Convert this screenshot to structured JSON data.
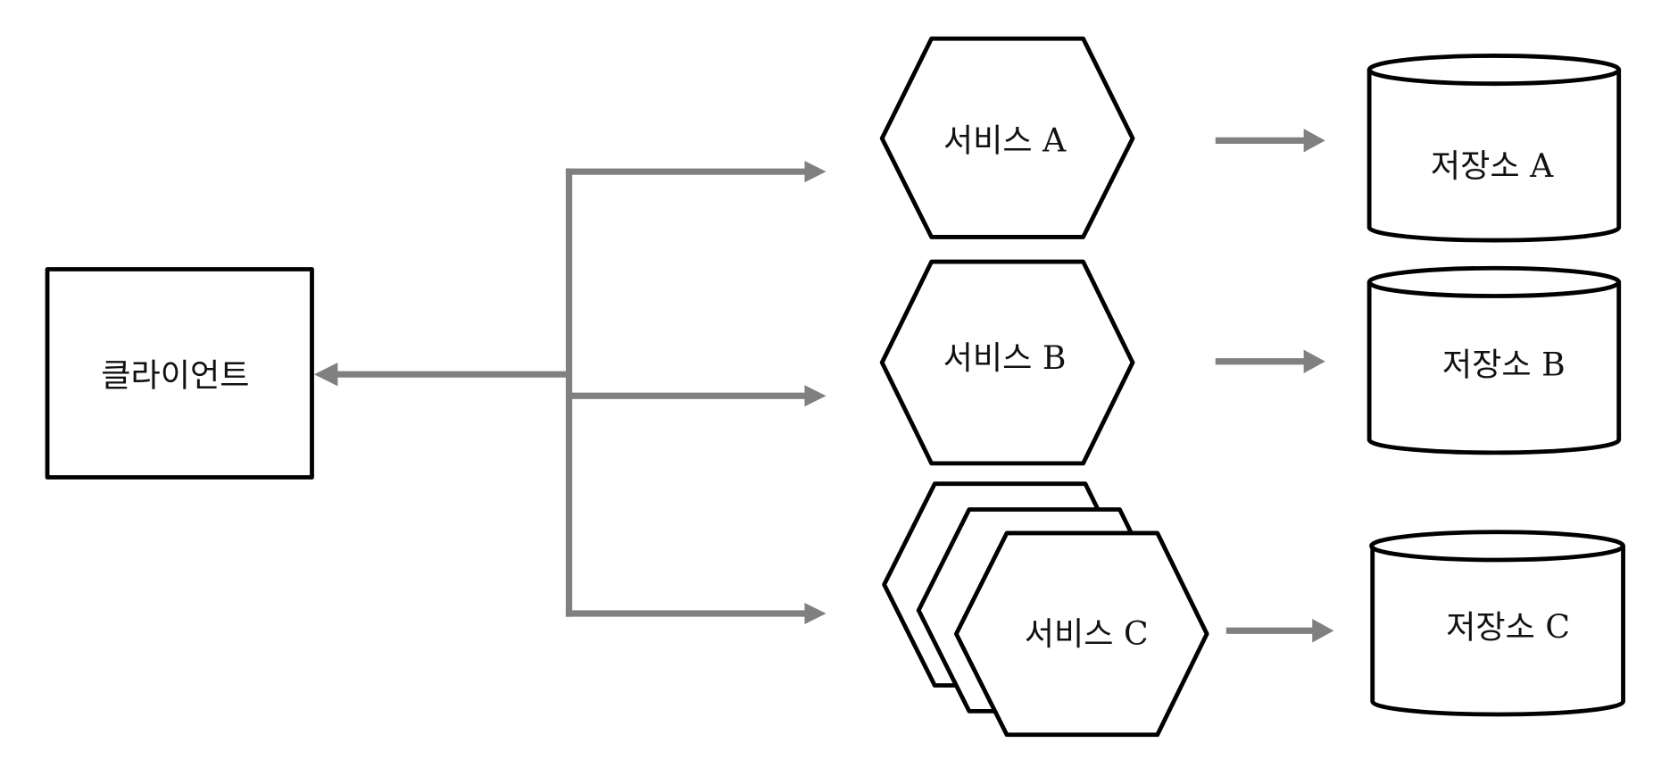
{
  "client": {
    "label": "클라이언트"
  },
  "services": [
    {
      "label": "서비스 A"
    },
    {
      "label": "서비스 B"
    },
    {
      "label": "서비스 C",
      "stacked_instances": 3
    }
  ],
  "stores": [
    {
      "label": "저장소 A"
    },
    {
      "label": "저장소 B"
    },
    {
      "label": "저장소 C"
    }
  ],
  "colors": {
    "connector": "#808080",
    "outline": "#000000"
  }
}
